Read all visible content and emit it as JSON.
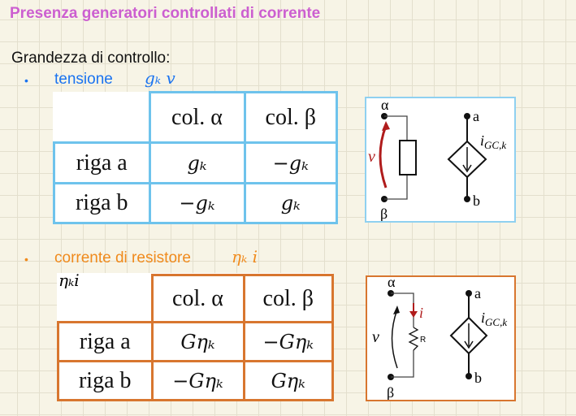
{
  "title": "Presenza generatori controllati di corrente",
  "subtitle": "Grandezza di controllo:",
  "colors": {
    "title": "#cc5fd0",
    "blue": "#1a73f0",
    "orange": "#f08a1c",
    "table1_border": "#6ec3ec",
    "table2_border": "#d8762f",
    "arrow_red": "#b01c1c"
  },
  "section1": {
    "bullet": "•",
    "label": "tensione",
    "handwritten": "gₖ v",
    "table": {
      "headers": [
        "col. α",
        "col. β"
      ],
      "rows": [
        {
          "label": "riga a",
          "cells": [
            "gₖ",
            "−gₖ"
          ]
        },
        {
          "label": "riga b",
          "cells": [
            "−gₖ",
            "gₖ"
          ]
        }
      ]
    },
    "circuit": {
      "top_node": "α",
      "bottom_node": "β",
      "voltage": "v",
      "out_top": "a",
      "out_bottom": "b",
      "source_label": "i",
      "source_sub": "GC,k"
    }
  },
  "section2": {
    "bullet": "•",
    "label": "corrente di resistore",
    "handwritten": "ηₖ i",
    "corner_fragment": "ηₖi",
    "table": {
      "headers": [
        "col. α",
        "col. β"
      ],
      "rows": [
        {
          "label": "riga a",
          "cells": [
            "Gηₖ",
            "−Gηₖ"
          ]
        },
        {
          "label": "riga b",
          "cells": [
            "−Gηₖ",
            "Gηₖ"
          ]
        }
      ]
    },
    "circuit": {
      "top_node": "α",
      "bottom_node": "β",
      "voltage": "v",
      "current": "i",
      "resistor": "R",
      "out_top": "a",
      "out_bottom": "b",
      "source_label": "i",
      "source_sub": "GC,k"
    }
  }
}
